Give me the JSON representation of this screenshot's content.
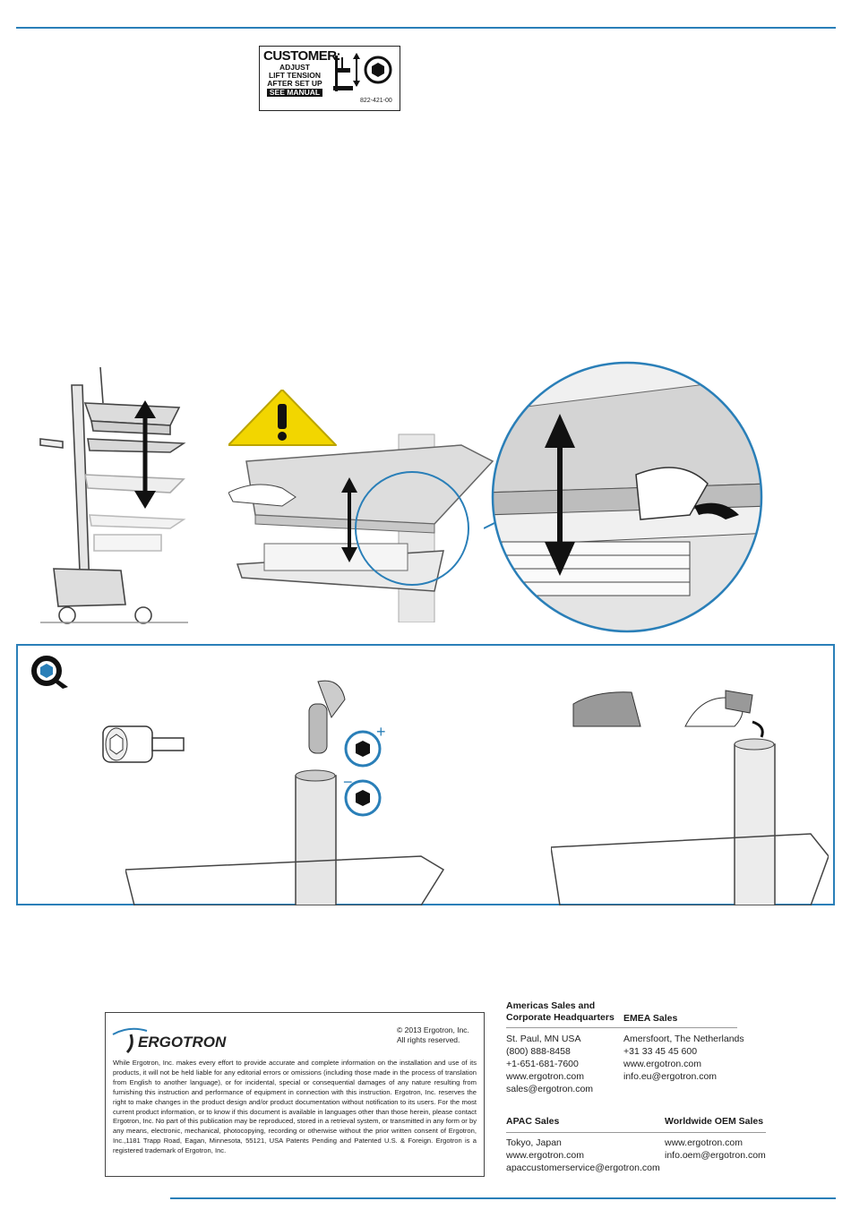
{
  "label": {
    "line1": "CUSTOMER:",
    "line2": "ADJUST",
    "line3": "LIFT TENSION",
    "line4": "AFTER SET UP",
    "line5": "SEE MANUAL",
    "code": "822-421-00"
  },
  "legal": {
    "logo_text": "ERGOTRON",
    "copyright_line1": "© 2013 Ergotron, Inc.",
    "copyright_line2": "All rights reserved.",
    "disclaimer": "While Ergotron, Inc. makes every effort to provide accurate and complete information on the installation and use of its products, it will not be held liable for any editorial errors or omissions (including those made in the process of translation from English to another language), or for incidental, special or consequential damages of any nature resulting from furnishing this instruction and performance of equipment in connection with this instruction. Ergotron, Inc. reserves the right to make changes in the product design and/or product documentation without notification to its users. For the most current product information, or to know if this document is available in languages other than those herein, please contact Ergotron, Inc. No part of this publication may be reproduced, stored in a retrieval system, or transmitted in any form or by any means, electronic, mechanical, photocopying, recording or otherwise without the prior written consent of Ergotron, Inc.,1181 Trapp Road, Eagan, Minnesota, 55121, USA Patents Pending and Patented U.S. & Foreign. Ergotron is a registered trademark of Ergotron, Inc."
  },
  "contacts": {
    "americas": {
      "heading1": "Americas Sales and",
      "heading2": "Corporate Headquarters",
      "lines": [
        "St. Paul, MN USA",
        "(800) 888-8458",
        "+1-651-681-7600",
        "www.ergotron.com",
        "sales@ergotron.com"
      ]
    },
    "emea": {
      "heading": "EMEA Sales",
      "lines": [
        "Amersfoort, The Netherlands",
        "+31 33 45 45 600",
        "www.ergotron.com",
        "info.eu@ergotron.com"
      ]
    },
    "apac": {
      "heading": "APAC Sales",
      "lines": [
        "Tokyo, Japan",
        "www.ergotron.com",
        "apaccustomerservice@ergotron.com"
      ]
    },
    "oem": {
      "heading": "Worldwide OEM Sales",
      "lines": [
        "www.ergotron.com",
        "info.oem@ergotron.com"
      ]
    }
  },
  "colors": {
    "accent_blue": "#2a7fb8",
    "warning_yellow": "#f2d600"
  }
}
